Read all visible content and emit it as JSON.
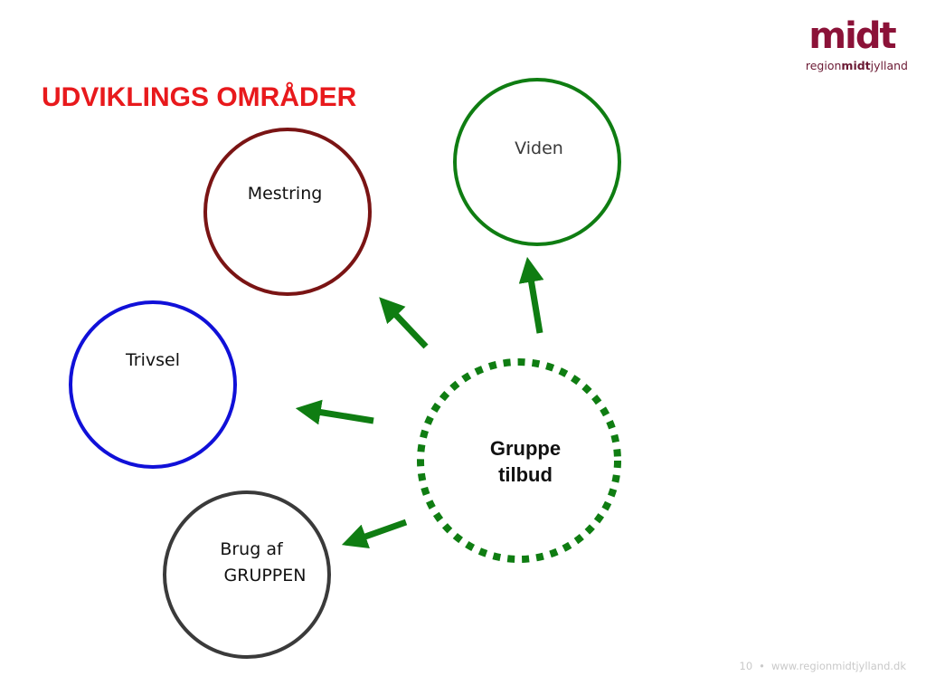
{
  "slide": {
    "title": "UDVIKLINGS OMRÅDER",
    "page_number": "10",
    "separator": "•",
    "website": "www.regionmidtjylland.dk"
  },
  "logo": {
    "mark": "midt",
    "sub_region": "region",
    "sub_midt": "midt",
    "sub_jylland": "jylland",
    "color": "#8b1238"
  },
  "diagram": {
    "center": {
      "line1": "Gruppe",
      "line2": "tilbud",
      "color": "#0f7d12"
    },
    "nodes": {
      "viden": {
        "label": "Viden",
        "color": "#0f7d12"
      },
      "mestring": {
        "label": "Mestring",
        "color": "#7a1414"
      },
      "trivsel": {
        "label": "Trivsel",
        "color": "#1010d8"
      },
      "brug": {
        "line1": "Brug af",
        "line2": "GRUPPEN",
        "color": "#3a3a3a"
      }
    },
    "arrow_color": "#0f7d12"
  }
}
